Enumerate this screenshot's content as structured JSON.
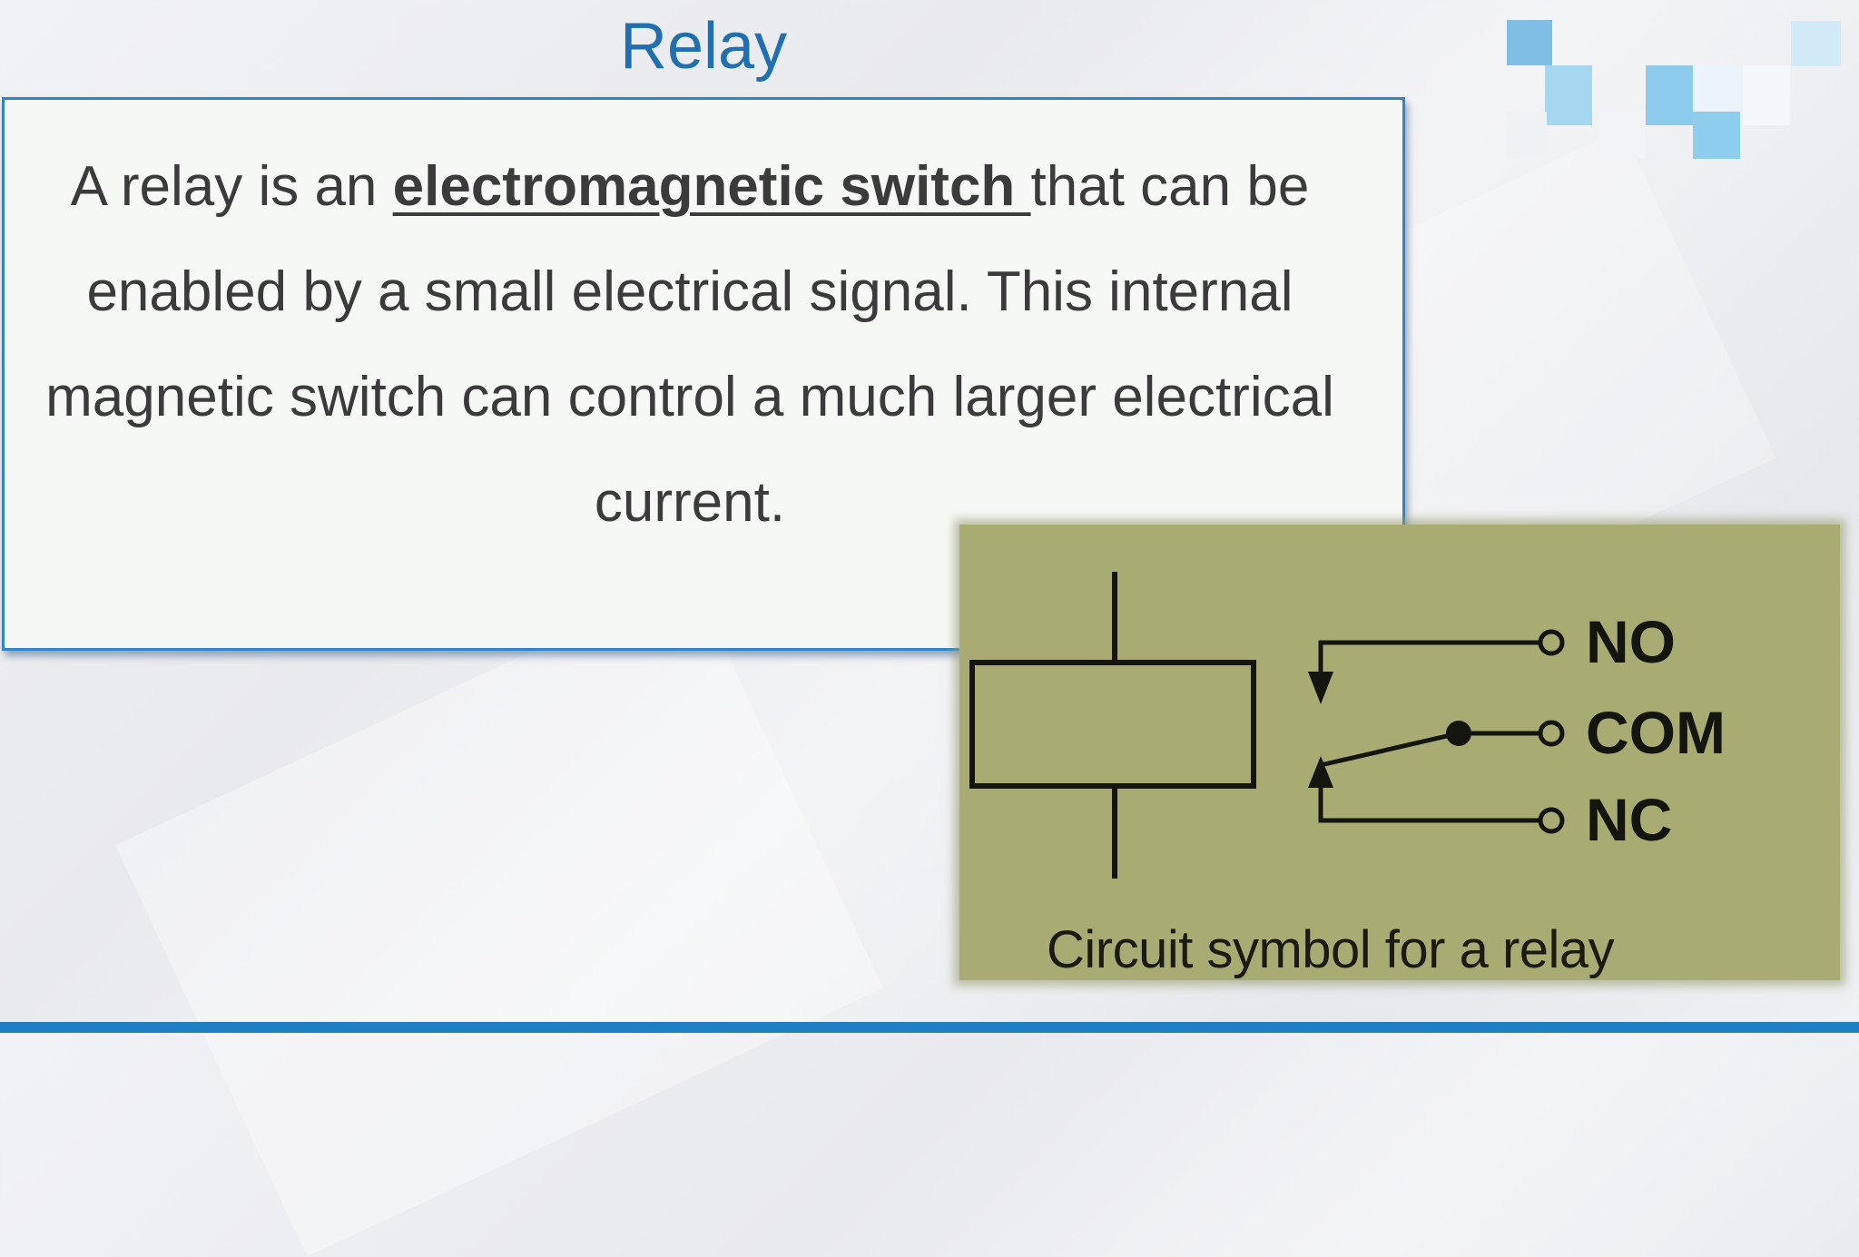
{
  "slide": {
    "title": "Relay",
    "paragraph": {
      "before": "A relay is an ",
      "emphasis": "electromagnetic switch ",
      "after": "that can be enabled by a small electrical signal. This internal magnetic switch can control a much larger electrical current."
    }
  },
  "diagram": {
    "terminals": {
      "no": "NO",
      "com": "COM",
      "nc": "NC"
    },
    "caption": "Circuit symbol for a relay"
  },
  "colors": {
    "title": "#1f6fb2",
    "accent_border": "#2f86c6",
    "bottom_bar": "#1f7fc4",
    "diagram_background": "#a9ac72"
  }
}
